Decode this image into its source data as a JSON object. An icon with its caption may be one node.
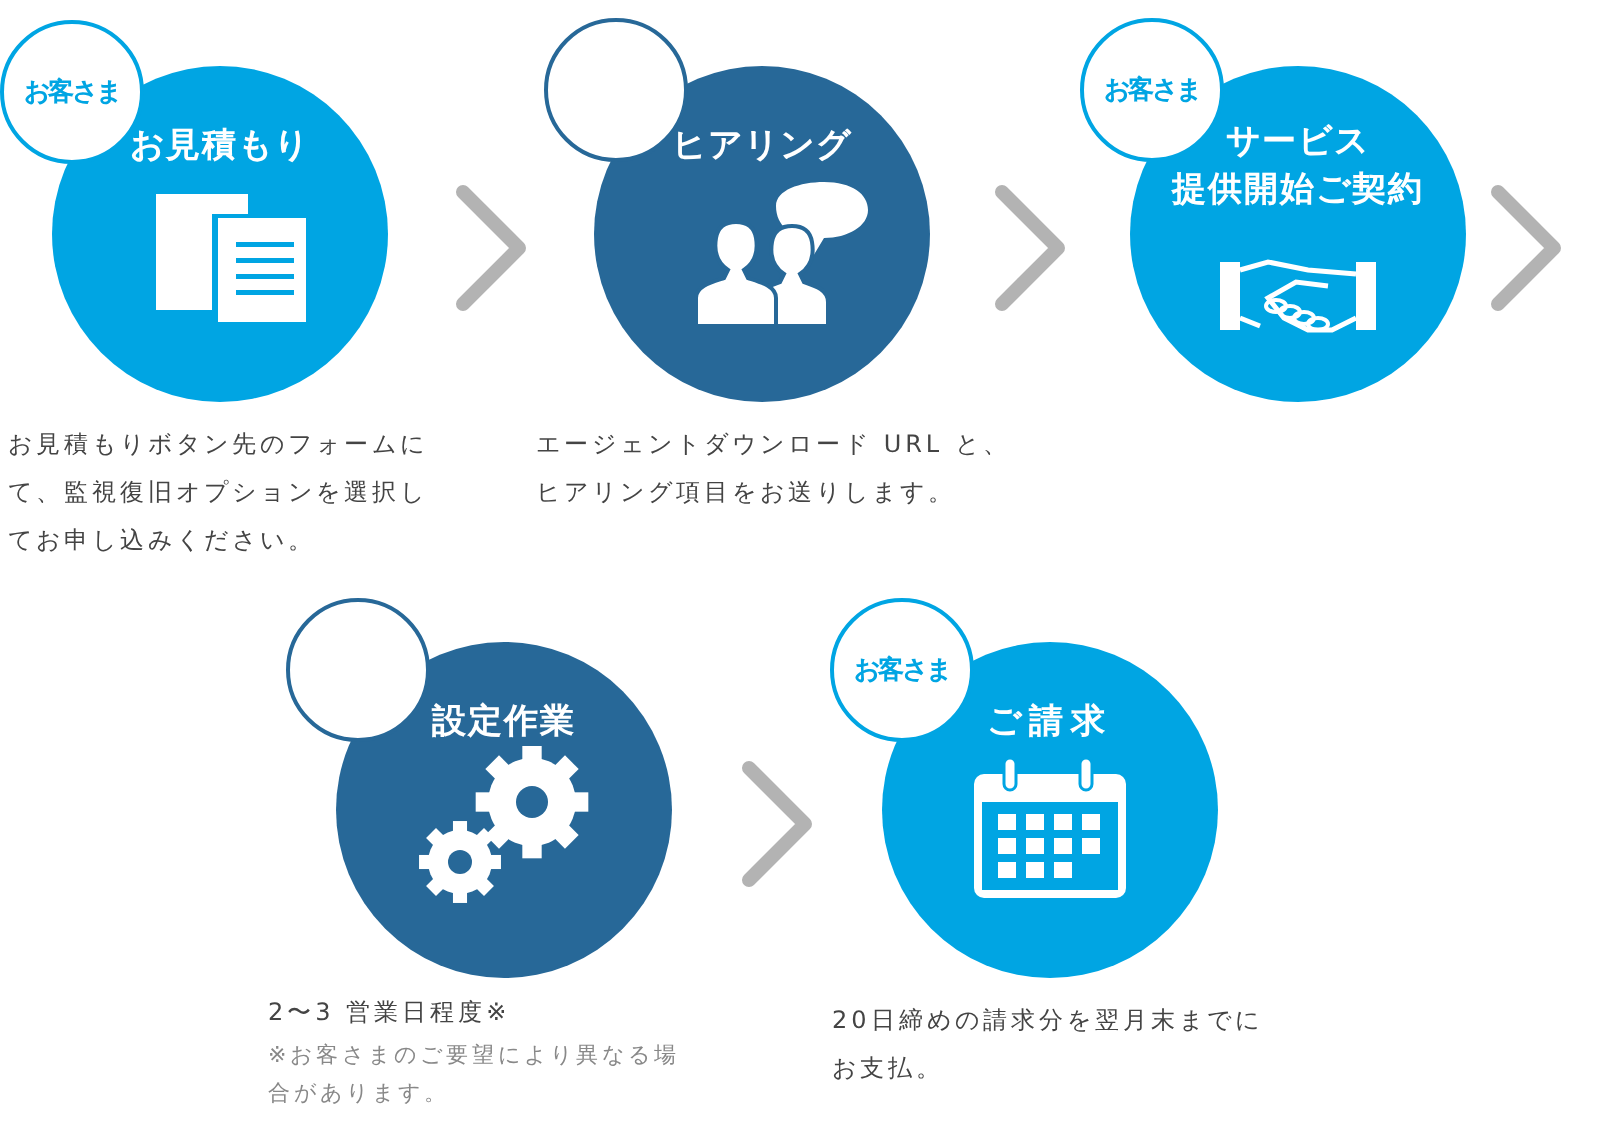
{
  "diagram": {
    "nodes": [
      {
        "text": [
          "お客さま"
        ]
      },
      {
        "text": [
          "お見積もり"
        ],
        "beside": [
          "お見積もりボタン先のフォームにて、監視復旧オプションを選択してお申し込みください。"
        ]
      },
      {
        "text": [],
        "shape": "circle"
      },
      {
        "text": [
          "ヒアリング"
        ],
        "beside": [
          "エージェントダウンロード URL と、ヒアリング項目をお送りします。"
        ]
      },
      {
        "text": [
          "お客さま"
        ]
      },
      {
        "text": [
          "サービス",
          "提供開始ご契約"
        ]
      },
      {
        "text": [],
        "shape": "circle"
      },
      {
        "text": [
          "設定作業"
        ],
        "beside": [
          "2〜3 営業日程度※",
          "※お客さまのご要望により異なる場合があります。"
        ]
      },
      {
        "text": [
          "お客さま"
        ]
      },
      {
        "text": [
          "ご請求"
        ],
        "beside": [
          "20日締めの請求分を翌月末までにお支払。"
        ]
      }
    ],
    "edges": [
      {
        "from": 1,
        "to": 3,
        "arrow": "to"
      },
      {
        "from": 3,
        "to": 5,
        "arrow": "to"
      },
      {
        "from": 5,
        "to": null,
        "arrow": "to"
      },
      {
        "from": 7,
        "to": 9,
        "arrow": "to"
      }
    ]
  }
}
